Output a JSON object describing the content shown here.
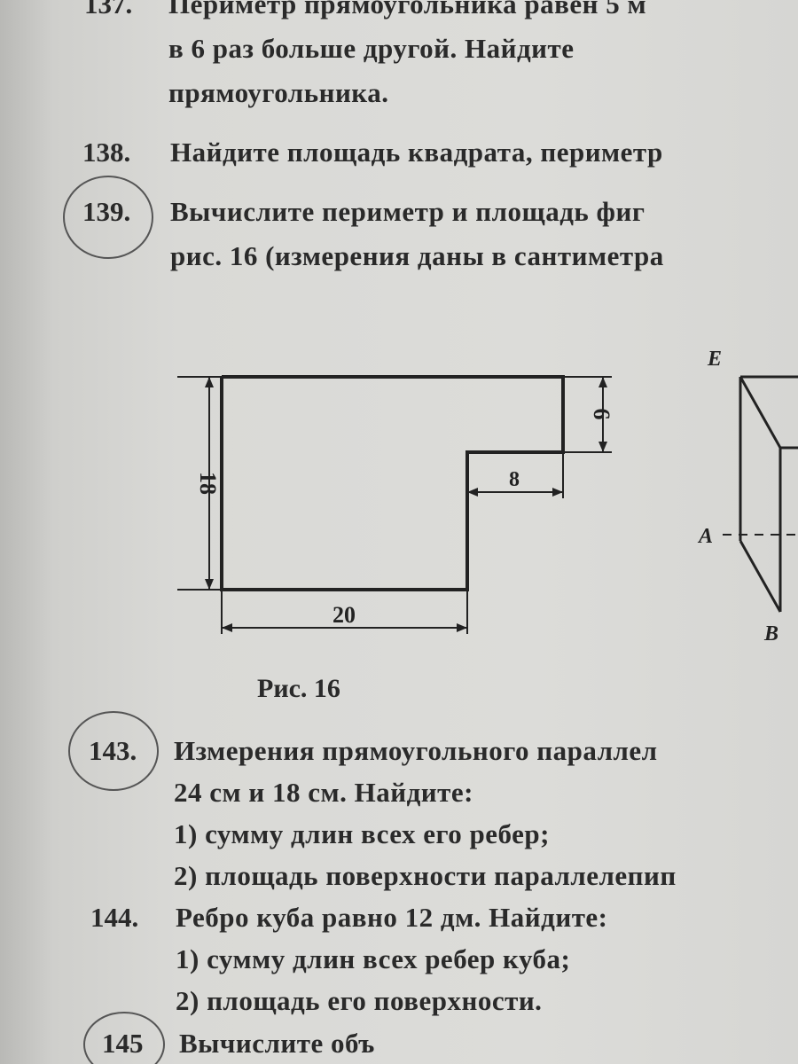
{
  "problems": [
    {
      "number": "137.",
      "lines": [
        "Периметр прямоугольника равен 5 м",
        "в 6 раз больше другой. Найдите",
        "прямоугольника."
      ]
    },
    {
      "number": "138.",
      "lines": [
        "Найдите площадь квадрата, периметр"
      ]
    },
    {
      "number": "139.",
      "lines": [
        "Вычислите периметр и площадь фиг",
        "рис. 16 (измерения даны в сантиметра"
      ],
      "circled": true
    },
    {
      "number": "143.",
      "lines": [
        "Измерения прямоугольного параллел",
        "24 см и 18 см. Найдите:",
        "1) сумму длин всех его ребер;",
        "2) площадь поверхности параллелепип"
      ],
      "circled": true
    },
    {
      "number": "144.",
      "lines": [
        "Ребро куба равно 12 дм. Найдите:",
        "1) сумму длин всех ребер куба;",
        "2) площадь его поверхности."
      ]
    },
    {
      "number": "145",
      "lines": [
        "Вычислите объ"
      ],
      "circled": true
    }
  ],
  "figure": {
    "caption": "Рис. 16",
    "dimensions": {
      "height": "18",
      "width": "20",
      "notch_height": "6",
      "notch_width": "8"
    },
    "box_labels": {
      "e": "E",
      "a": "A",
      "b": "B"
    }
  }
}
